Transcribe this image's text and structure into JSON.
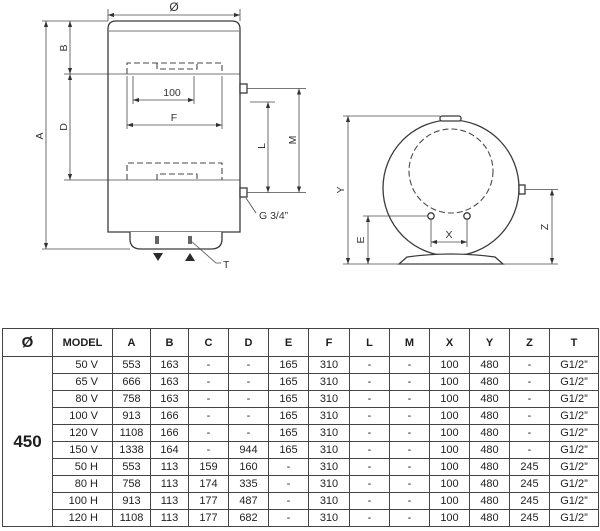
{
  "diagram": {
    "front_view": {
      "diameter_label": "Ø",
      "label_a": "A",
      "label_b": "B",
      "label_d": "D",
      "label_100": "100",
      "label_f": "F",
      "label_l": "L",
      "label_m": "M",
      "label_g": "G 3/4”",
      "label_t": "T"
    },
    "side_view": {
      "label_y": "Y",
      "label_e": "E",
      "label_x": "X",
      "label_z": "Z"
    }
  },
  "table": {
    "headers": [
      "Ø",
      "MODEL",
      "A",
      "B",
      "C",
      "D",
      "E",
      "F",
      "L",
      "M",
      "X",
      "Y",
      "Z",
      "T"
    ],
    "group_label": "450",
    "rows": [
      [
        "50 V",
        "553",
        "163",
        "-",
        "-",
        "165",
        "310",
        "-",
        "-",
        "100",
        "480",
        "-",
        "G1/2”"
      ],
      [
        "65 V",
        "666",
        "163",
        "-",
        "-",
        "165",
        "310",
        "-",
        "-",
        "100",
        "480",
        "-",
        "G1/2”"
      ],
      [
        "80 V",
        "758",
        "163",
        "-",
        "-",
        "165",
        "310",
        "-",
        "-",
        "100",
        "480",
        "-",
        "G1/2”"
      ],
      [
        "100 V",
        "913",
        "166",
        "-",
        "-",
        "165",
        "310",
        "-",
        "-",
        "100",
        "480",
        "-",
        "G1/2”"
      ],
      [
        "120 V",
        "1108",
        "166",
        "-",
        "-",
        "165",
        "310",
        "-",
        "-",
        "100",
        "480",
        "-",
        "G1/2”"
      ],
      [
        "150 V",
        "1338",
        "164",
        "-",
        "944",
        "165",
        "310",
        "-",
        "-",
        "100",
        "480",
        "-",
        "G1/2”"
      ],
      [
        "50 H",
        "553",
        "113",
        "159",
        "160",
        "-",
        "310",
        "-",
        "-",
        "100",
        "480",
        "245",
        "G1/2”"
      ],
      [
        "80 H",
        "758",
        "113",
        "174",
        "335",
        "-",
        "310",
        "-",
        "-",
        "100",
        "480",
        "245",
        "G1/2”"
      ],
      [
        "100 H",
        "913",
        "113",
        "177",
        "487",
        "-",
        "310",
        "-",
        "-",
        "100",
        "480",
        "245",
        "G1/2”"
      ],
      [
        "120 H",
        "1108",
        "113",
        "177",
        "682",
        "-",
        "310",
        "-",
        "-",
        "100",
        "480",
        "245",
        "G1/2”"
      ]
    ]
  }
}
